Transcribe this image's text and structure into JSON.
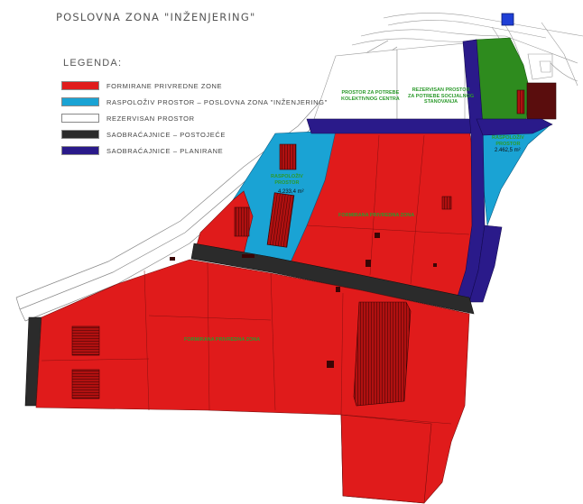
{
  "title": "POSLOVNA ZONA \"INŽENJERING\"",
  "legend": {
    "title": "LEGENDA:",
    "items": [
      {
        "label": "FORMIRANE PRIVREDNE ZONE",
        "color": "#e01b1b"
      },
      {
        "label": "RASPOLOŽIV PROSTOR – POSLOVNA ZONA \"INŽENJERING\"",
        "color": "#1aa3d4"
      },
      {
        "label": "REZERVISAN PROSTOR",
        "color": "#ffffff"
      },
      {
        "label": "SAOBRAĆAJNICE – POSTOJEĆE",
        "color": "#2b2b2b"
      },
      {
        "label": "SAOBRAĆAJNICE – PLANIRANE",
        "color": "#2a1a8a"
      }
    ]
  },
  "annotations": {
    "collective_housing_1": "PROSTOR ZA POTREBE",
    "collective_housing_2": "KOLEKTIVNOG CENTRA",
    "social_housing_1": "REZERVISAN PROSTOR",
    "social_housing_2": "ZA POTREBE SOCIJALNOG",
    "social_housing_3": "STANOVANJA",
    "available_west_1": "RASPOLOŽIV",
    "available_west_2": "PROSTOR",
    "available_west_area": "4.233,4 m²",
    "available_east_1": "RASPOLOŽIV",
    "available_east_2": "PROSTOR",
    "available_east_area": "2.462,5 m²",
    "zone_east": "FORMIRANA PRIVREDNA ZONA",
    "zone_south": "FORMIRANA PRIVREDNA ZONA"
  },
  "colors": {
    "red_zone": "#e01b1b",
    "available": "#1aa3d4",
    "existing_road": "#2b2b2b",
    "planned_road": "#2a1a8a",
    "green": "#2e8b1e",
    "dark_red": "#5a0d0d",
    "blue_marker": "#1f3fd6",
    "label_green": "#2c9a2c"
  }
}
